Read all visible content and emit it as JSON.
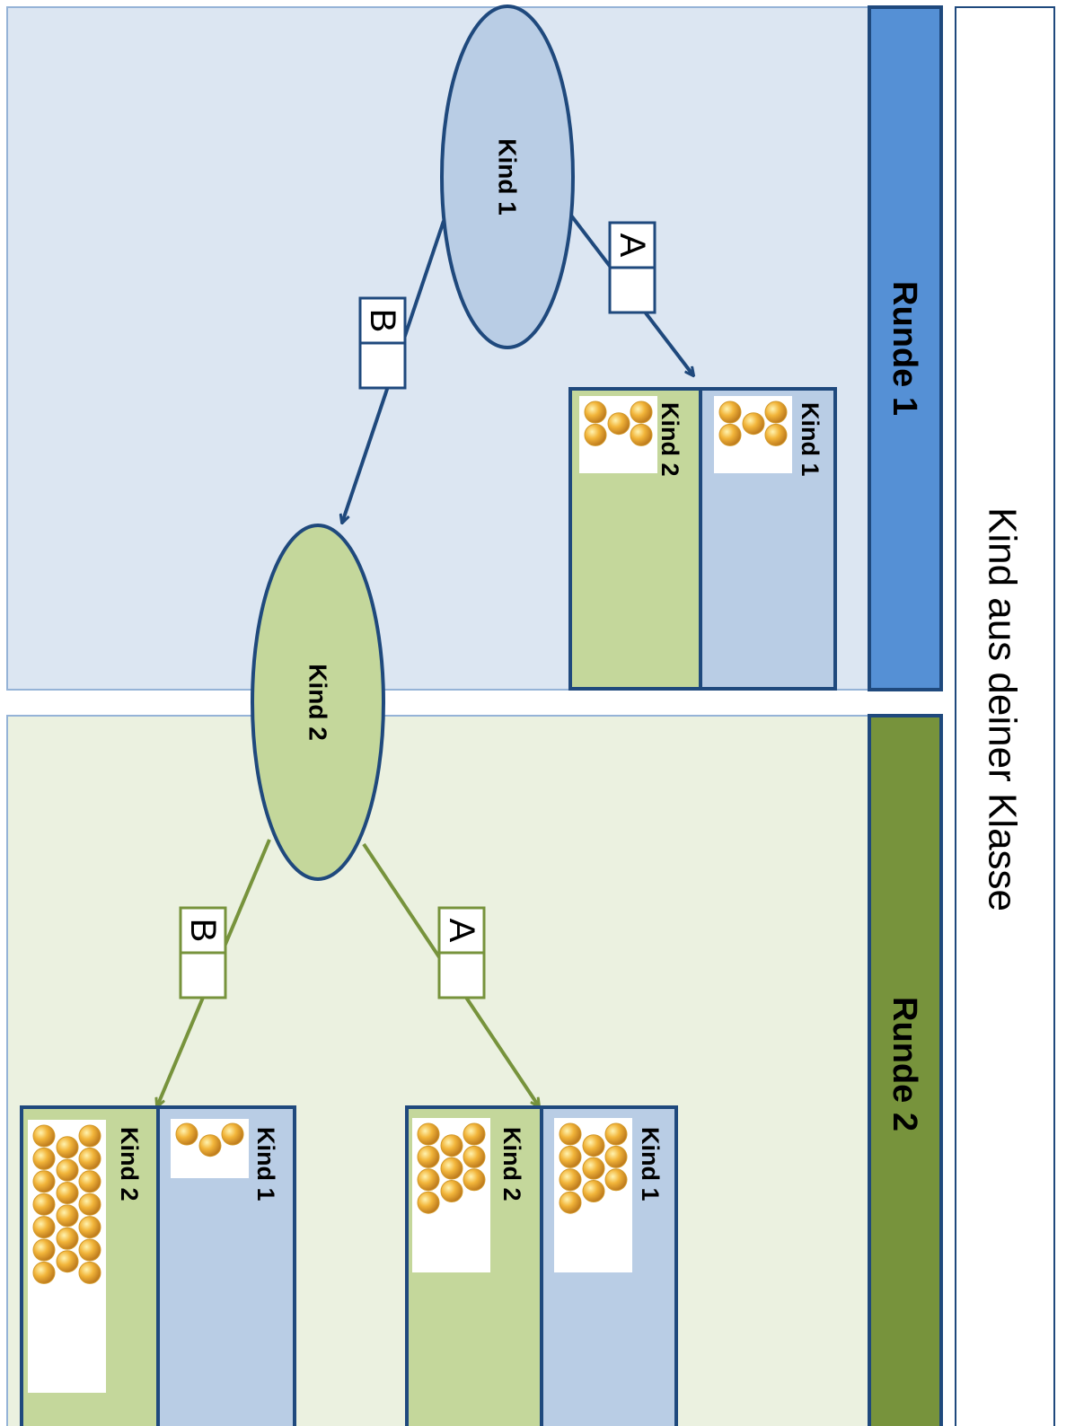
{
  "header": {
    "title": "Kind aus deiner Klasse"
  },
  "rounds": [
    {
      "label": "Runde 1"
    },
    {
      "label": "Runde 2"
    }
  ],
  "nodes": {
    "kind1": "Kind 1",
    "kind2": "Kind 2"
  },
  "choices": {
    "a": "A",
    "b": "B"
  },
  "outcomes": {
    "round1_A": {
      "kind1_label": "Kind 1",
      "kind2_label": "Kind 2",
      "kind1_coins": 5,
      "kind2_coins": 5
    },
    "round2_A": {
      "kind1_label": "Kind 1",
      "kind2_label": "Kind 2",
      "kind1_coins": 10,
      "kind2_coins": 10
    },
    "round2_B": {
      "kind1_label": "Kind 1",
      "kind2_label": "Kind 2",
      "kind1_coins": 3,
      "kind2_coins": 20
    }
  },
  "colors": {
    "round1_band": "#5590d5",
    "round2_band": "#77933c",
    "round1_bg": "#dce6f2",
    "round2_bg": "#ebf1e0",
    "kind1_fill": "#b9cde5",
    "kind2_fill": "#c4d79b",
    "outline": "#1f497d",
    "arrow_round1": "#1f497d",
    "arrow_round2": "#77933c"
  }
}
